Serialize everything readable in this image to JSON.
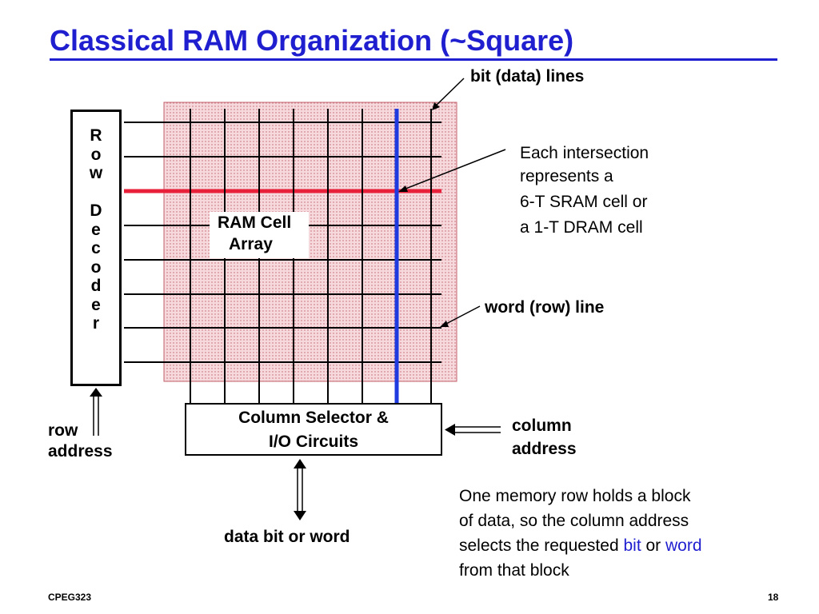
{
  "slide": {
    "title": "Classical RAM Organization (~Square)",
    "footer_left": "CPEG323",
    "page_number": "18"
  },
  "diagram": {
    "row_decoder_letters": [
      "R",
      "o",
      "w",
      "",
      "D",
      "e",
      "c",
      "o",
      "d",
      "e",
      "r"
    ],
    "cell_array_label_line1": "RAM Cell",
    "cell_array_label_line2": "Array",
    "column_selector_line1": "Column Selector &",
    "column_selector_line2": "I/O Circuits",
    "bit_lines_label": "bit (data) lines",
    "intersection_note": [
      "Each intersection",
      "represents a",
      "6-T SRAM cell or",
      "a 1-T DRAM cell"
    ],
    "word_line_label": "word (row) line",
    "row_address_label": [
      "row",
      "address"
    ],
    "column_address_label": [
      "column",
      "address"
    ],
    "data_label": "data bit or word",
    "explanation": {
      "line1": "One memory row holds a block",
      "line2": "of data, so the column address",
      "line3_prefix": "selects the requested ",
      "line3_bit": "bit",
      "line3_or": " or ",
      "line3_word": "word",
      "line4": "from that block"
    },
    "colors": {
      "title": "#1f1fd0",
      "array_fill": "#f6d9dc",
      "array_dots": "#c2606b",
      "selected_word_line": "#e8203a",
      "selected_bit_line": "#1f3be0",
      "emphasis_text": "#1f1fd0"
    }
  }
}
